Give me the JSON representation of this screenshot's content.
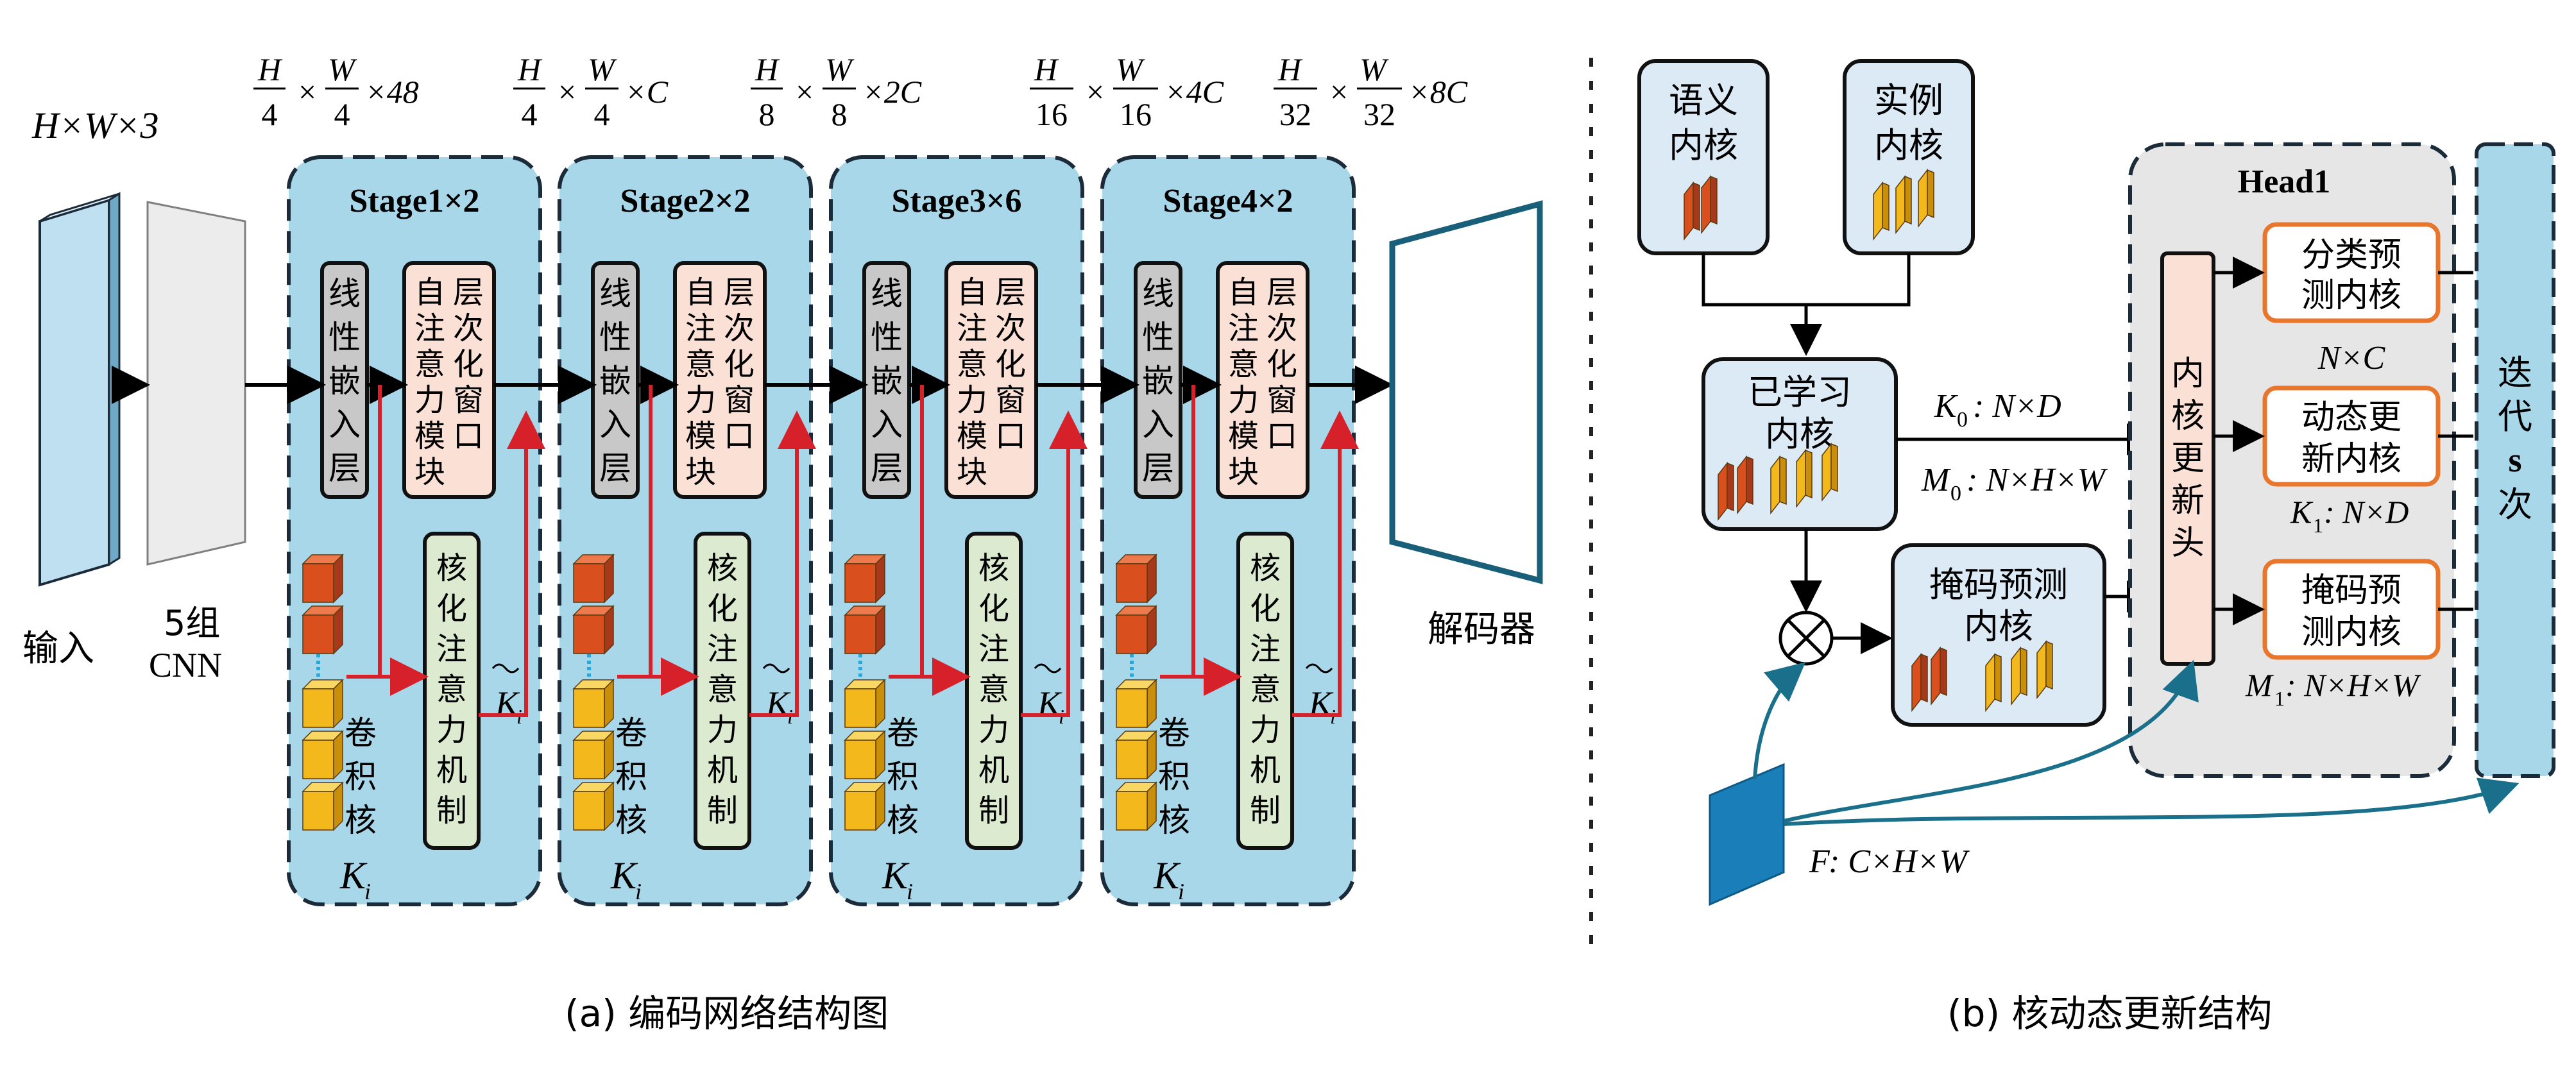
{
  "encoder": {
    "input_dims": "H×W×3",
    "input_label": "输入",
    "cnn_label_1": "5组",
    "cnn_label_2": "CNN",
    "decoder_label": "解码器",
    "dims": [
      {
        "h": "H",
        "hd": "4",
        "w": "W",
        "wd": "4",
        "rest": "×48"
      },
      {
        "h": "H",
        "hd": "4",
        "w": "W",
        "wd": "4",
        "rest": "×C"
      },
      {
        "h": "H",
        "hd": "8",
        "w": "W",
        "wd": "8",
        "rest": "×2C"
      },
      {
        "h": "H",
        "hd": "16",
        "w": "W",
        "wd": "16",
        "rest": "×4C"
      },
      {
        "h": "H",
        "hd": "32",
        "w": "W",
        "wd": "32",
        "rest": "×8C"
      }
    ],
    "stages": [
      {
        "title": "Stage1×2"
      },
      {
        "title": "Stage2×2"
      },
      {
        "title": "Stage3×6"
      },
      {
        "title": "Stage4×2"
      }
    ],
    "linear_embed": [
      "线",
      "性",
      "嵌",
      "入",
      "层"
    ],
    "window_attn": [
      [
        "层",
        "次",
        "化",
        "窗",
        "口"
      ],
      [
        "自",
        "注",
        "意",
        "力",
        "模",
        "块"
      ]
    ],
    "kernel_attn": [
      "核",
      "化",
      "注",
      "意",
      "力",
      "机",
      "制"
    ],
    "conv_kernel": [
      "卷",
      "积",
      "核"
    ],
    "kernel_symbol": "K",
    "kernel_sub": "i",
    "caption": "(a) 编码网络结构图"
  },
  "update": {
    "semantic_kernel": [
      "语义",
      "内核"
    ],
    "instance_kernel": [
      "实例",
      "内核"
    ],
    "learned_kernel": [
      "已学习",
      "内核"
    ],
    "mask_pred_kernel": [
      "掩码预测",
      "内核"
    ],
    "head_title": "Head1",
    "update_head": [
      "内",
      "核",
      "更",
      "新",
      "头"
    ],
    "cls_kernel": [
      "分类预",
      "测内核"
    ],
    "dyn_kernel": [
      "动态更",
      "新内核"
    ],
    "mask_kernel": [
      "掩码预",
      "测内核"
    ],
    "iter": [
      "迭",
      "代",
      "s",
      "次"
    ],
    "k0_label": "K",
    "k0_sub": "0",
    "k0_rest": ": N×D",
    "m0_label": "M",
    "m0_sub": "0",
    "m0_rest": ": N×H×W",
    "nc_label": "N×C",
    "k1_label": "K",
    "k1_sub": "1",
    "k1_rest": ": N×D",
    "m1_label": "M",
    "m1_sub": "1",
    "m1_rest": ": N×H×W",
    "f_label": "F",
    "f_rest": ": C×H×W",
    "caption": "(b) 核动态更新结构"
  },
  "colors": {
    "stage_fill": "#a9d7ea",
    "stage_stroke": "#1b2b3a",
    "gray_box": "#c8c8c8",
    "pink_box": "#fbe0d6",
    "green_box": "#dcebcf",
    "arrow_red": "#d6202a",
    "arrow_teal": "#1a6f8a",
    "head_fill": "#e6e6e6",
    "light_blue_box": "#dbeaf5",
    "orange_border": "#e8762d",
    "kernel_orange": "#d9501e",
    "kernel_yellow": "#f2b81c"
  }
}
